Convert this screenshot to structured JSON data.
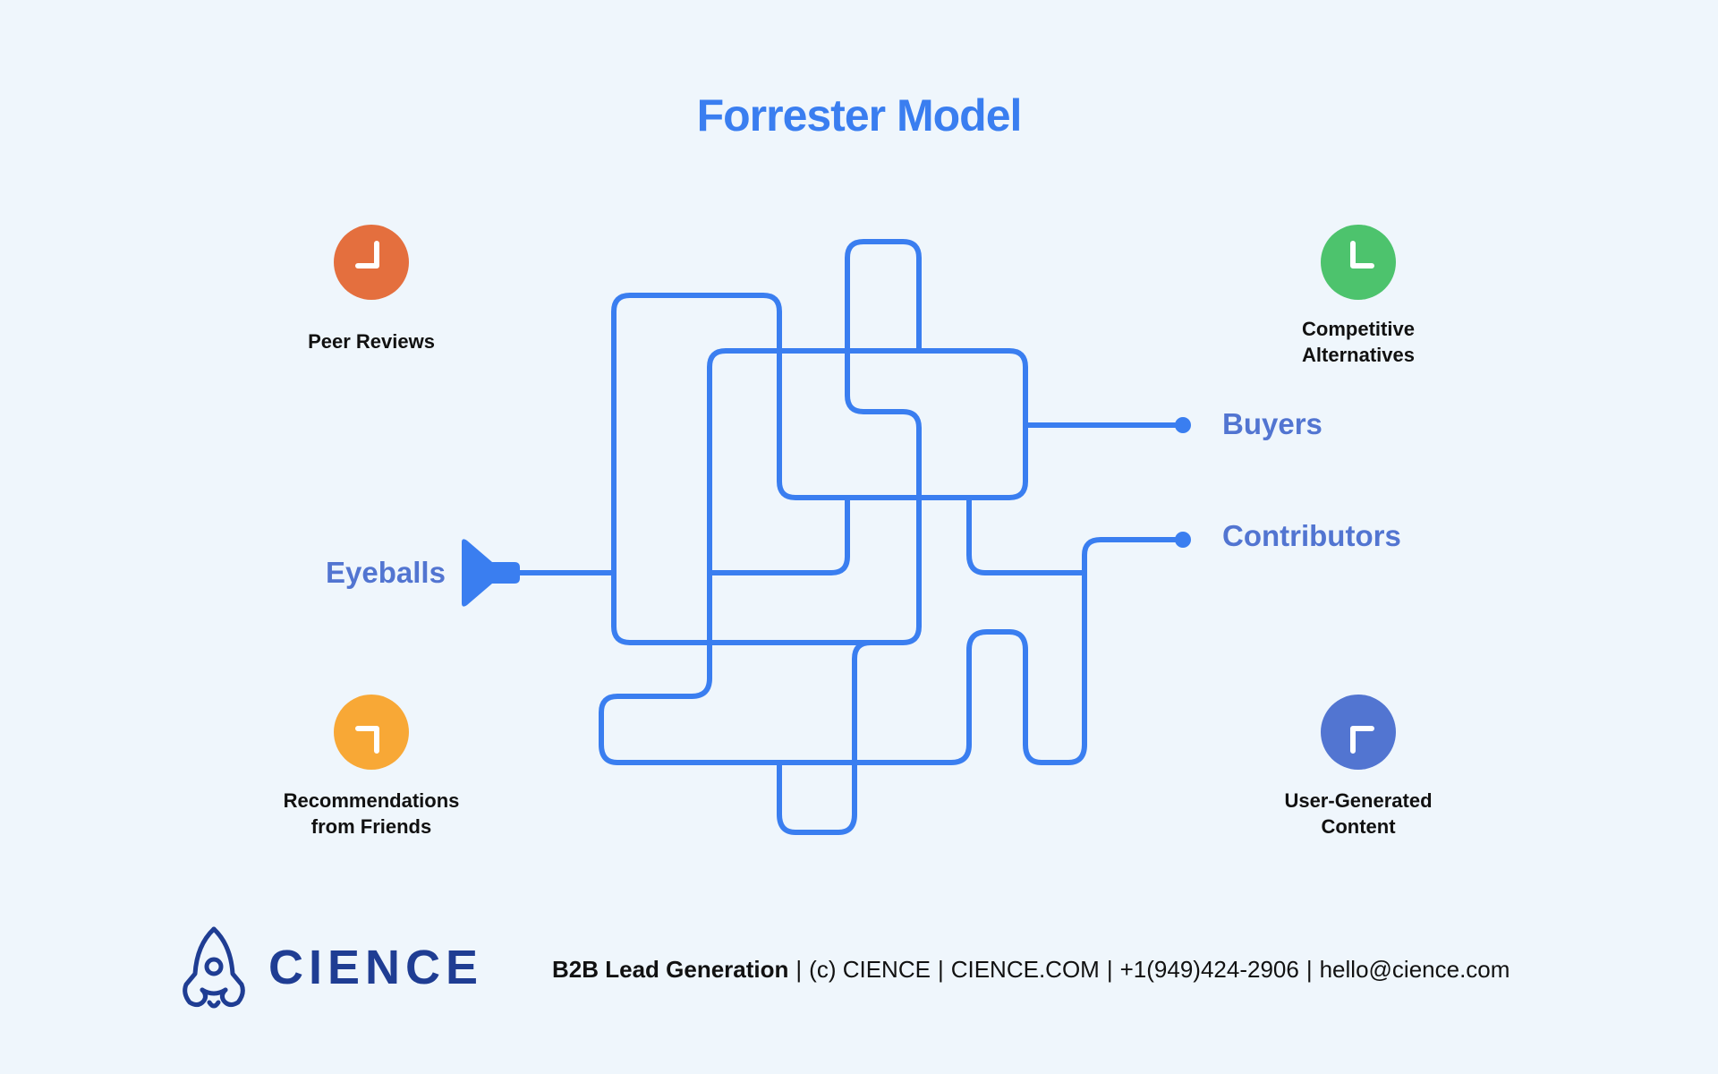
{
  "title": "Forrester Model",
  "factors": [
    {
      "label_lines": [
        "Peer Reviews"
      ],
      "color": "#e46f3e",
      "icon": "clock-icon"
    },
    {
      "label_lines": [
        "Competitive",
        "Alternatives"
      ],
      "color": "#4dc36d",
      "icon": "clock-icon"
    },
    {
      "label_lines": [
        "Recommendations",
        "from Friends"
      ],
      "color": "#f8a836",
      "icon": "clock-icon"
    },
    {
      "label_lines": [
        "User-Generated",
        "Content"
      ],
      "color": "#5275d1",
      "icon": "clock-icon"
    }
  ],
  "flow": {
    "input_label": "Eyeballs",
    "outputs": [
      "Buyers",
      "Contributors"
    ],
    "line_color": "#3a7ef0",
    "label_color": "#5275d1",
    "input_icon": "funnel-icon"
  },
  "logo": {
    "text": "CIENCE",
    "icon": "rocket-icon",
    "color": "#1f3d93"
  },
  "footer": {
    "bold": "B2B Lead Generation",
    "items": [
      "(c) CIENCE",
      "CIENCE.COM",
      "+1(949)424-2906",
      "hello@cience.com"
    ]
  }
}
